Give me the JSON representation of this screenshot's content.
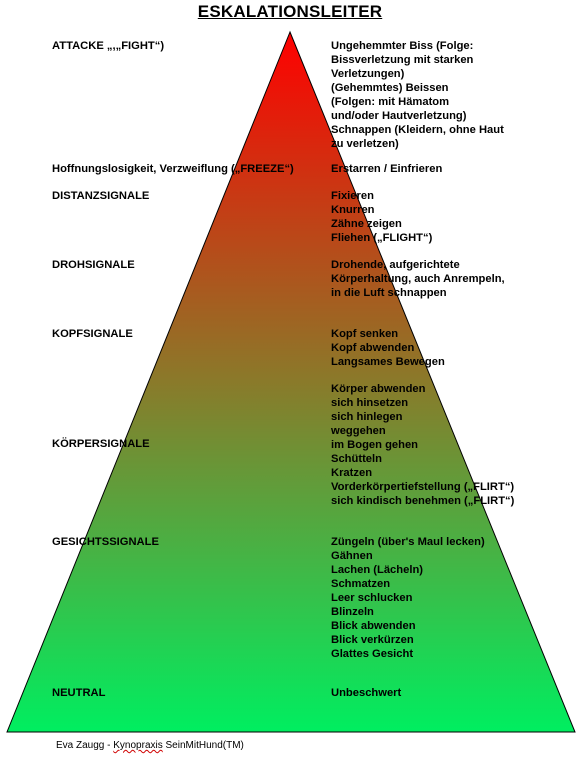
{
  "title": "ESKALATIONSLEITER",
  "colors": {
    "top": "#ff0000",
    "mid": "#8a7a2a",
    "bottom": "#00ee60"
  },
  "levels": [
    {
      "label": "ATTACKE „,„FIGHT“)",
      "lines": [
        "Ungehemmter Biss (Folge:",
        "Bissverletzung mit starken",
        "Verletzungen)",
        "(Gehemmtes) Beissen",
        "(Folgen: mit Hämatom",
        "und/oder Hautverletzung)",
        "Schnappen (Kleidern, ohne Haut",
        "zu verletzen)"
      ]
    },
    {
      "label": "Hoffnungslosigkeit, Verzweiflung („FREEZE“)",
      "lines": [
        "Erstarren / Einfrieren"
      ]
    },
    {
      "label": "DISTANZSIGNALE",
      "lines": [
        "Fixieren",
        "Knurren",
        "Zähne zeigen",
        "Fliehen („FLIGHT“)"
      ]
    },
    {
      "label": "DROHSIGNALE",
      "lines": [
        "Drohende, aufgerichtete",
        "Körperhaltung, auch Anrempeln,",
        "in die Luft schnappen"
      ]
    },
    {
      "label": "KOPFSIGNALE",
      "lines": [
        "Kopf senken",
        "Kopf abwenden",
        "Langsames Bewegen"
      ]
    },
    {
      "label": "KÖRPERSIGNALE",
      "lines": [
        "Körper abwenden",
        "sich hinsetzen",
        "sich hinlegen",
        "weggehen",
        "im Bogen gehen",
        "Schütteln",
        "Kratzen",
        "Vorderkörpertiefstellung („FLIRT“)",
        "sich kindisch benehmen („FLIRT“)"
      ]
    },
    {
      "label": "GESICHTSSIGNALE",
      "lines": [
        "Züngeln (über's Maul lecken)",
        "Gähnen",
        "Lachen (Lächeln)",
        "Schmatzen",
        "Leer schlucken",
        "Blinzeln",
        "Blick abwenden",
        "Blick verkürzen",
        "Glattes Gesicht"
      ]
    },
    {
      "label": "NEUTRAL",
      "lines": [
        "Unbeschwert"
      ]
    }
  ],
  "footer": {
    "prefix": "Eva Zaugg - ",
    "brand": "Kynopraxis",
    "suffix": " SeinMitHund(TM)"
  }
}
